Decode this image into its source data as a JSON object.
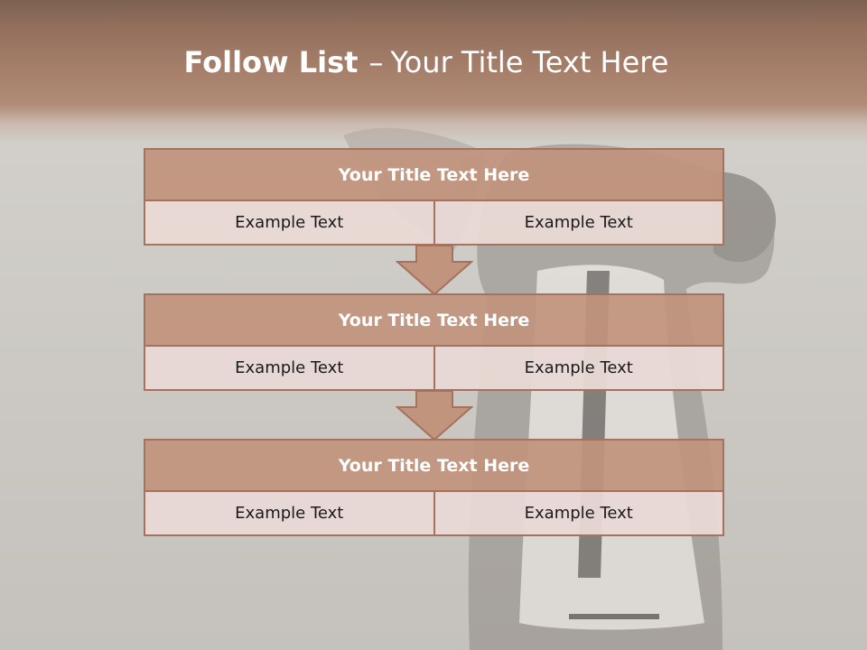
{
  "slide": {
    "title_bold": "Follow List",
    "title_separator": "–",
    "title_rest": "Your Title Text Here"
  },
  "blocks": [
    {
      "title": "Your Title Text Here",
      "left": "Example Text",
      "right": "Example Text"
    },
    {
      "title": "Your Title Text Here",
      "left": "Example Text",
      "right": "Example Text"
    },
    {
      "title": "Your Title Text Here",
      "left": "Example Text",
      "right": "Example Text"
    }
  ],
  "colors": {
    "header": "#a6806b",
    "block_title": "#c1947d",
    "block_cell": "#e9d9d6",
    "border": "#a57260"
  }
}
